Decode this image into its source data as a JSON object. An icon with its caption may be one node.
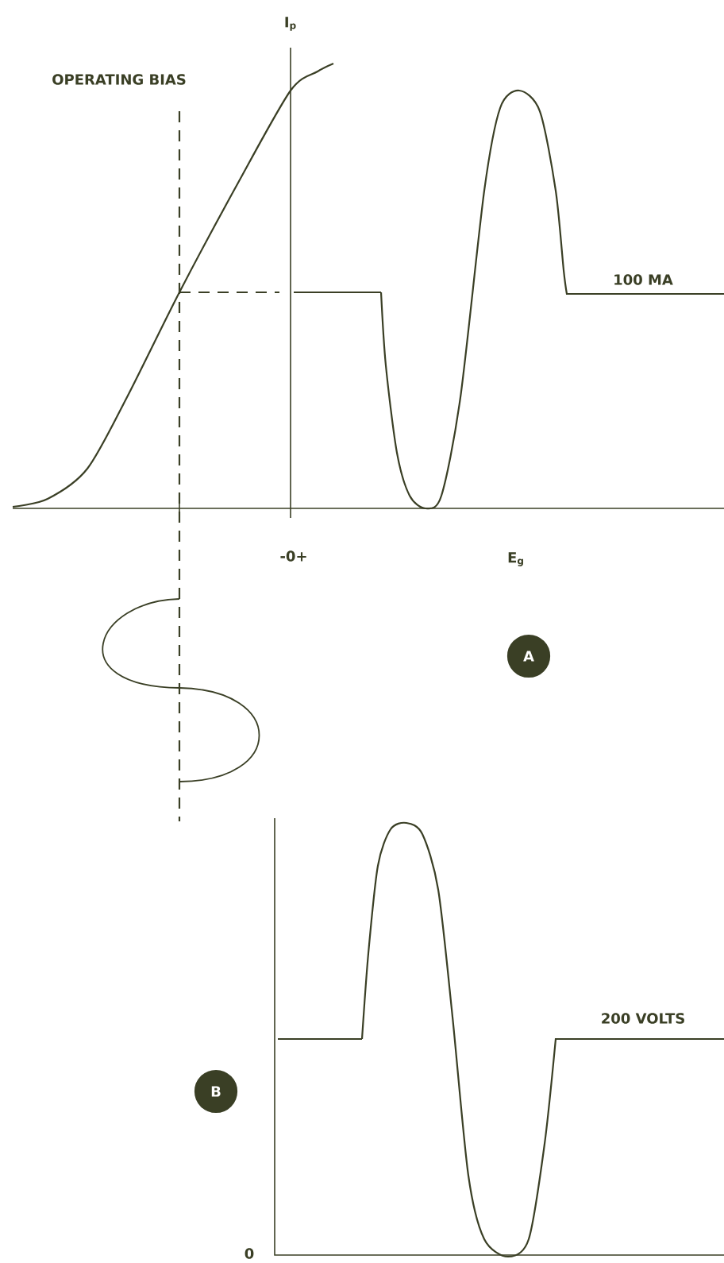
{
  "diagram": {
    "nodes": [
      {
        "text": [
          "A"
        ]
      },
      {
        "text": [
          "B"
        ]
      }
    ],
    "labels": [
      "I$_{p}$",
      "OPERATING BIAS",
      "100 MA",
      "-0+",
      "E$_{g}$",
      "200 VOLTS",
      "0"
    ]
  }
}
